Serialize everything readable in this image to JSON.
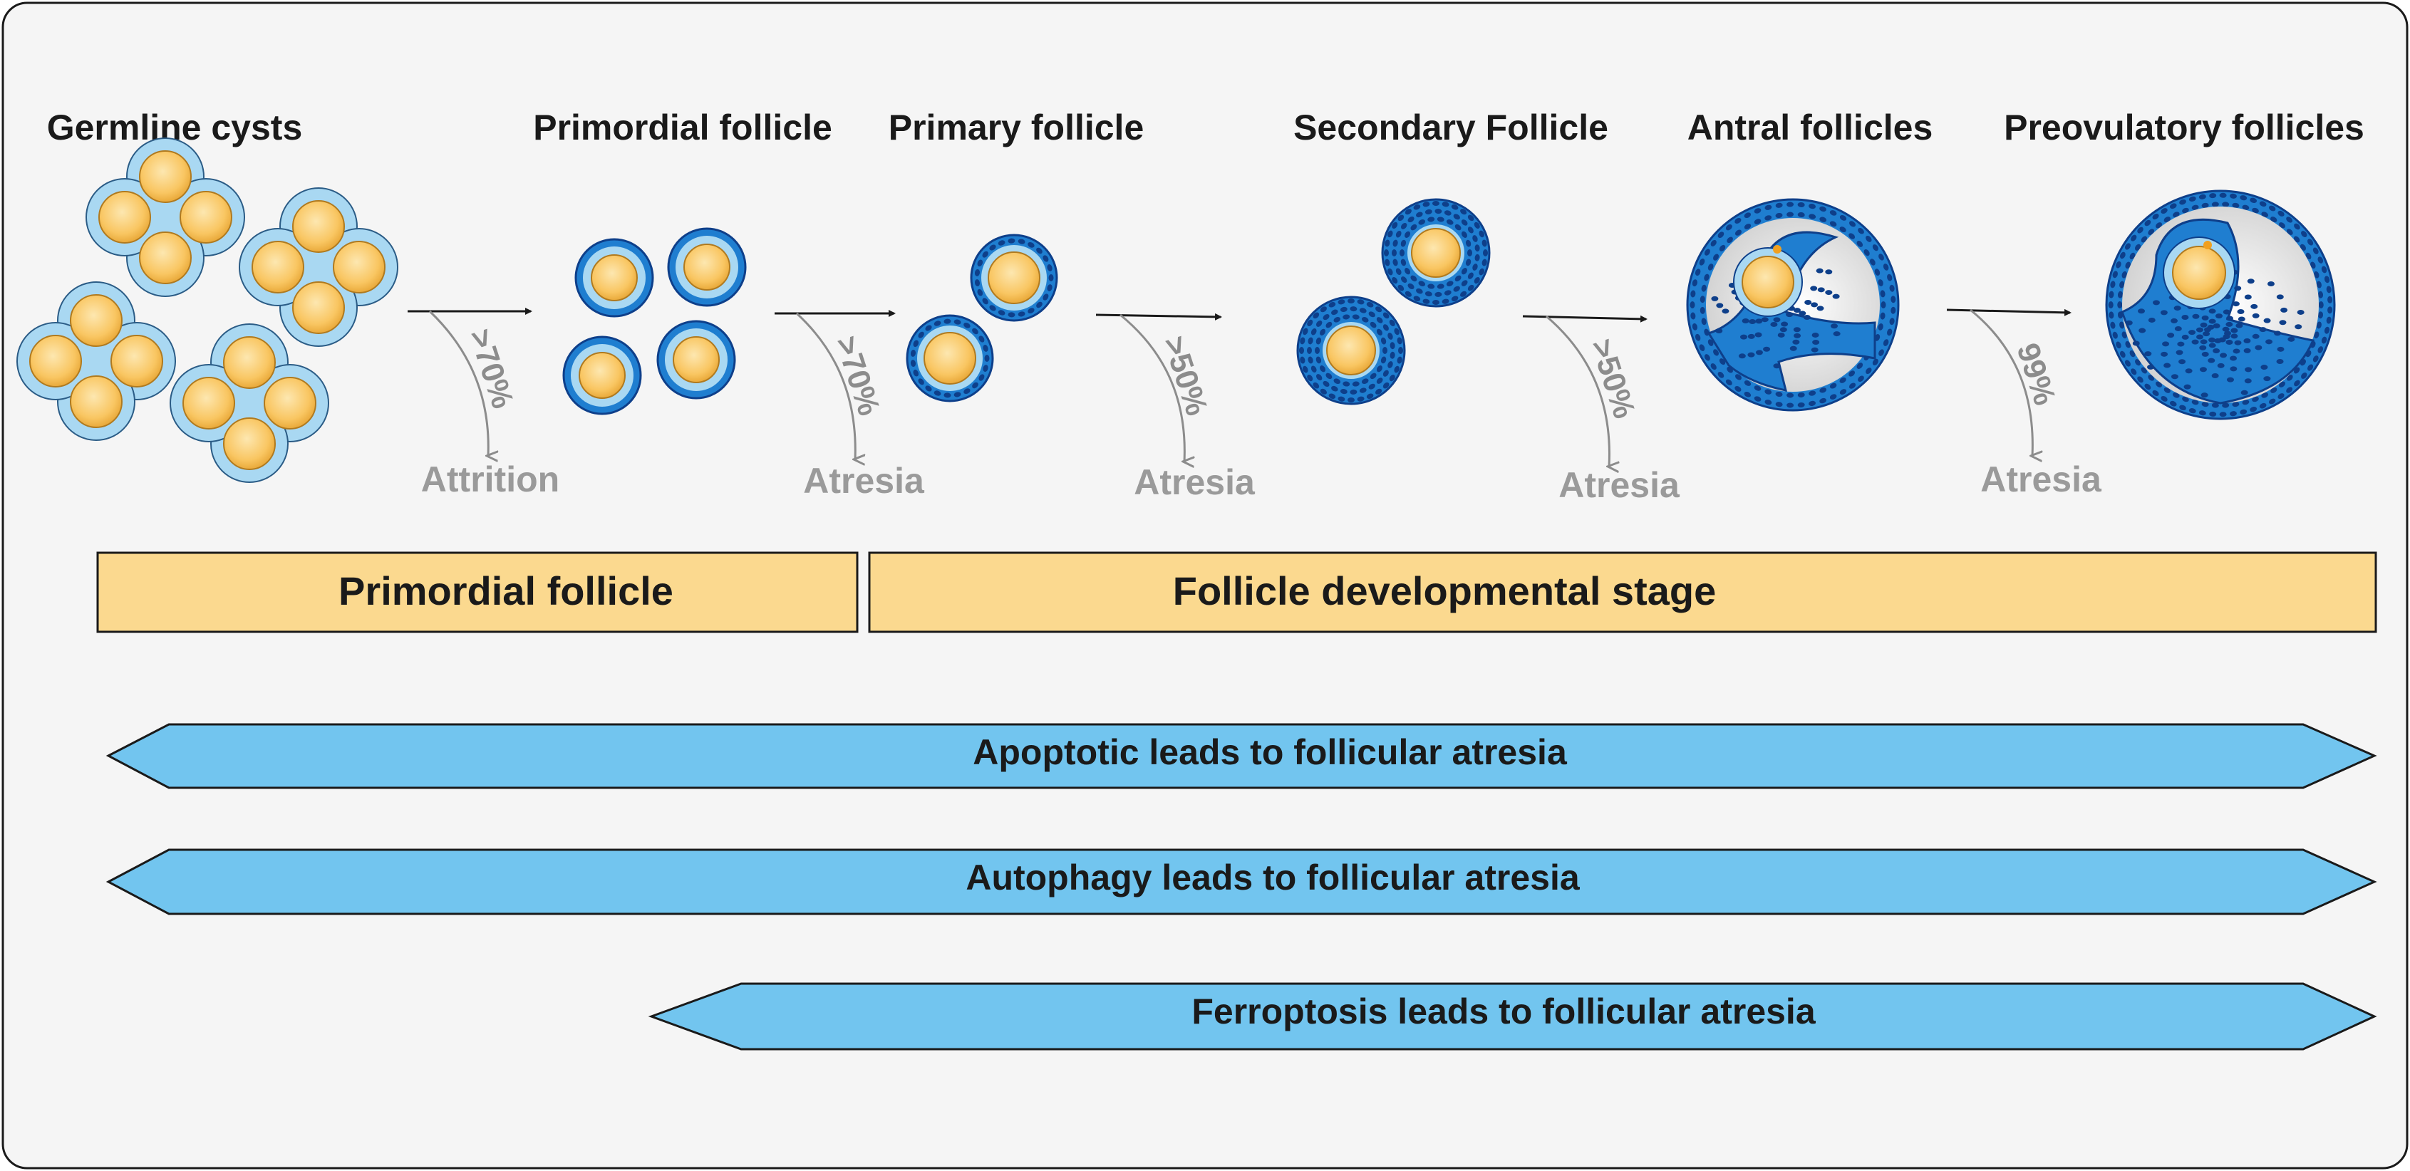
{
  "stages": [
    {
      "id": "germline",
      "title": "Germline cysts"
    },
    {
      "id": "primordial",
      "title": "Primordial follicle"
    },
    {
      "id": "primary",
      "title": "Primary follicle"
    },
    {
      "id": "secondary",
      "title": "Secondary Follicle"
    },
    {
      "id": "antral",
      "title": "Antral follicles"
    },
    {
      "id": "preovulatory",
      "title": "Preovulatory follicles"
    }
  ],
  "transitions": [
    {
      "loss_percent": ">70%",
      "outcome": "Attrition"
    },
    {
      "loss_percent": ">70%",
      "outcome": "Atresia"
    },
    {
      "loss_percent": ">50%",
      "outcome": "Atresia"
    },
    {
      "loss_percent": ">50%",
      "outcome": "Atresia"
    },
    {
      "loss_percent": "99%",
      "outcome": "Atresia"
    }
  ],
  "bands": [
    {
      "label": "Primordial follicle"
    },
    {
      "label": "Follicle developmental stage"
    }
  ],
  "pathways": [
    {
      "label": "Apoptotic leads to follicular atresia"
    },
    {
      "label": "Autophagy  leads to follicular atresia"
    },
    {
      "label": "Ferroptosis  leads to follicular atresia"
    }
  ],
  "colors": {
    "panel_background": "#f5f5f5",
    "band_fill": "#fbd98f",
    "pathway_fill": "#72c5ef",
    "oocyte": "#f9c662",
    "cyst_cytoplasm": "#a9d8f2",
    "granulosa": "#1f7ed0",
    "granulosa_dark": "#0e3f8a",
    "antrum": "#e6e6e6"
  }
}
